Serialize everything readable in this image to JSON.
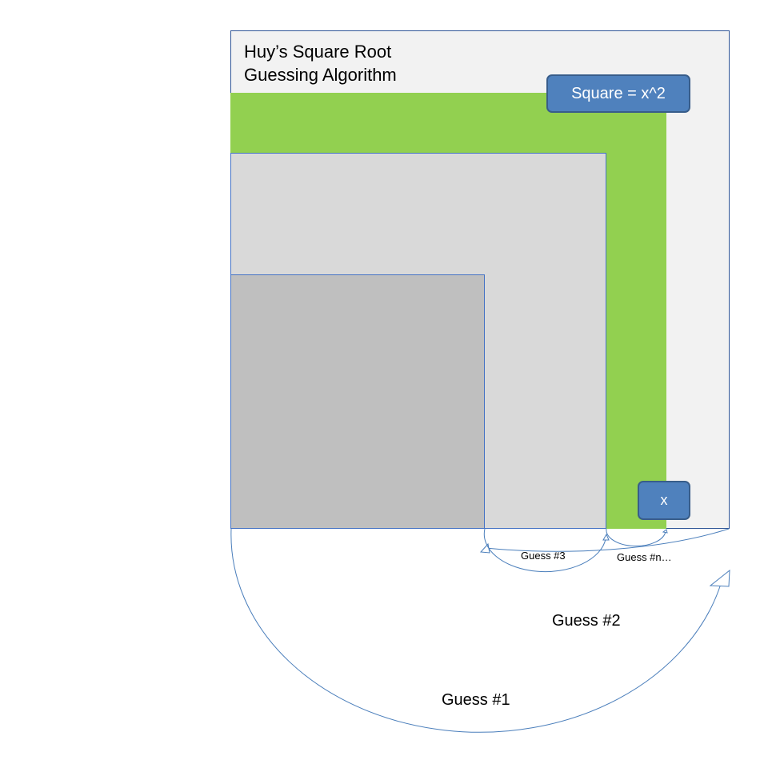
{
  "diagram": {
    "title": "Huy’s Square Root\nGuessing Algorithm",
    "square_label": "Square  = x^2",
    "x_label": "x",
    "guesses": {
      "guess1": "Guess #1",
      "guess2": "Guess #2",
      "guess3": "Guess #3",
      "guessn": "Guess #n…"
    },
    "colors": {
      "outer_fill": "#f2f2f2",
      "green_fill": "#92d050",
      "light_gray_fill": "#d9d9d9",
      "dark_gray_fill": "#bfbfbf",
      "label_box_fill": "#4f81bd",
      "arc_stroke": "#4a7ebb"
    }
  }
}
